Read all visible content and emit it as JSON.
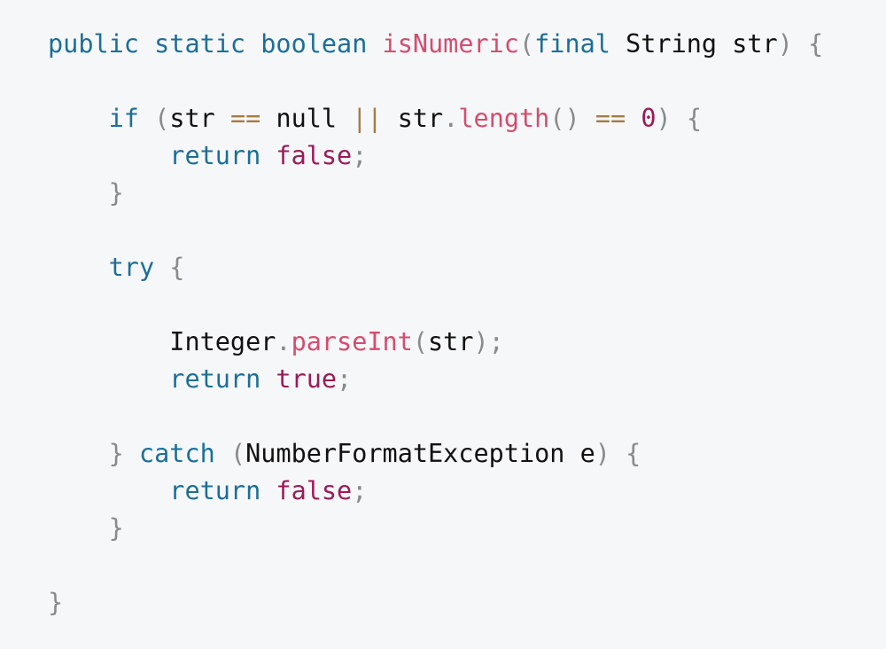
{
  "code": {
    "language": "java",
    "lines": [
      [
        {
          "t": "public",
          "c": "kw"
        },
        {
          "t": " ",
          "c": "id"
        },
        {
          "t": "static",
          "c": "kw"
        },
        {
          "t": " ",
          "c": "id"
        },
        {
          "t": "boolean",
          "c": "kw"
        },
        {
          "t": " ",
          "c": "id"
        },
        {
          "t": "isNumeric",
          "c": "fn"
        },
        {
          "t": "(",
          "c": "pun"
        },
        {
          "t": "final",
          "c": "kw"
        },
        {
          "t": " String str",
          "c": "id"
        },
        {
          "t": ")",
          "c": "pun"
        },
        {
          "t": " ",
          "c": "id"
        },
        {
          "t": "{",
          "c": "pun"
        }
      ],
      [],
      [
        {
          "t": "    ",
          "c": "id"
        },
        {
          "t": "if",
          "c": "kw"
        },
        {
          "t": " ",
          "c": "id"
        },
        {
          "t": "(",
          "c": "pun"
        },
        {
          "t": "str ",
          "c": "id"
        },
        {
          "t": "==",
          "c": "op"
        },
        {
          "t": " null ",
          "c": "id"
        },
        {
          "t": "||",
          "c": "op"
        },
        {
          "t": " str",
          "c": "id"
        },
        {
          "t": ".",
          "c": "pun"
        },
        {
          "t": "length",
          "c": "fn"
        },
        {
          "t": "()",
          "c": "pun"
        },
        {
          "t": " ",
          "c": "id"
        },
        {
          "t": "==",
          "c": "op"
        },
        {
          "t": " ",
          "c": "id"
        },
        {
          "t": "0",
          "c": "lit"
        },
        {
          "t": ")",
          "c": "pun"
        },
        {
          "t": " ",
          "c": "id"
        },
        {
          "t": "{",
          "c": "pun"
        }
      ],
      [
        {
          "t": "        ",
          "c": "id"
        },
        {
          "t": "return",
          "c": "kw"
        },
        {
          "t": " ",
          "c": "id"
        },
        {
          "t": "false",
          "c": "lit"
        },
        {
          "t": ";",
          "c": "pun"
        }
      ],
      [
        {
          "t": "    ",
          "c": "id"
        },
        {
          "t": "}",
          "c": "pun"
        }
      ],
      [],
      [
        {
          "t": "    ",
          "c": "id"
        },
        {
          "t": "try",
          "c": "kw"
        },
        {
          "t": " ",
          "c": "id"
        },
        {
          "t": "{",
          "c": "pun"
        }
      ],
      [],
      [
        {
          "t": "        ",
          "c": "id"
        },
        {
          "t": "Integer",
          "c": "id"
        },
        {
          "t": ".",
          "c": "pun"
        },
        {
          "t": "parseInt",
          "c": "fn"
        },
        {
          "t": "(",
          "c": "pun"
        },
        {
          "t": "str",
          "c": "id"
        },
        {
          "t": ")",
          "c": "pun"
        },
        {
          "t": ";",
          "c": "pun"
        }
      ],
      [
        {
          "t": "        ",
          "c": "id"
        },
        {
          "t": "return",
          "c": "kw"
        },
        {
          "t": " ",
          "c": "id"
        },
        {
          "t": "true",
          "c": "lit"
        },
        {
          "t": ";",
          "c": "pun"
        }
      ],
      [],
      [
        {
          "t": "    ",
          "c": "id"
        },
        {
          "t": "}",
          "c": "pun"
        },
        {
          "t": " ",
          "c": "id"
        },
        {
          "t": "catch",
          "c": "kw"
        },
        {
          "t": " ",
          "c": "id"
        },
        {
          "t": "(",
          "c": "pun"
        },
        {
          "t": "NumberFormatException e",
          "c": "id"
        },
        {
          "t": ")",
          "c": "pun"
        },
        {
          "t": " ",
          "c": "id"
        },
        {
          "t": "{",
          "c": "pun"
        }
      ],
      [
        {
          "t": "        ",
          "c": "id"
        },
        {
          "t": "return",
          "c": "kw"
        },
        {
          "t": " ",
          "c": "id"
        },
        {
          "t": "false",
          "c": "lit"
        },
        {
          "t": ";",
          "c": "pun"
        }
      ],
      [
        {
          "t": "    ",
          "c": "id"
        },
        {
          "t": "}",
          "c": "pun"
        }
      ],
      [],
      [
        {
          "t": "}",
          "c": "pun"
        }
      ]
    ]
  },
  "colors": {
    "background": "#f6f7f9",
    "keyword": "#1b6f97",
    "function": "#d44d6e",
    "literal": "#9c1a5a",
    "operator": "#a57a47",
    "punctuation": "#8a8a8a",
    "identifier": "#111111"
  }
}
